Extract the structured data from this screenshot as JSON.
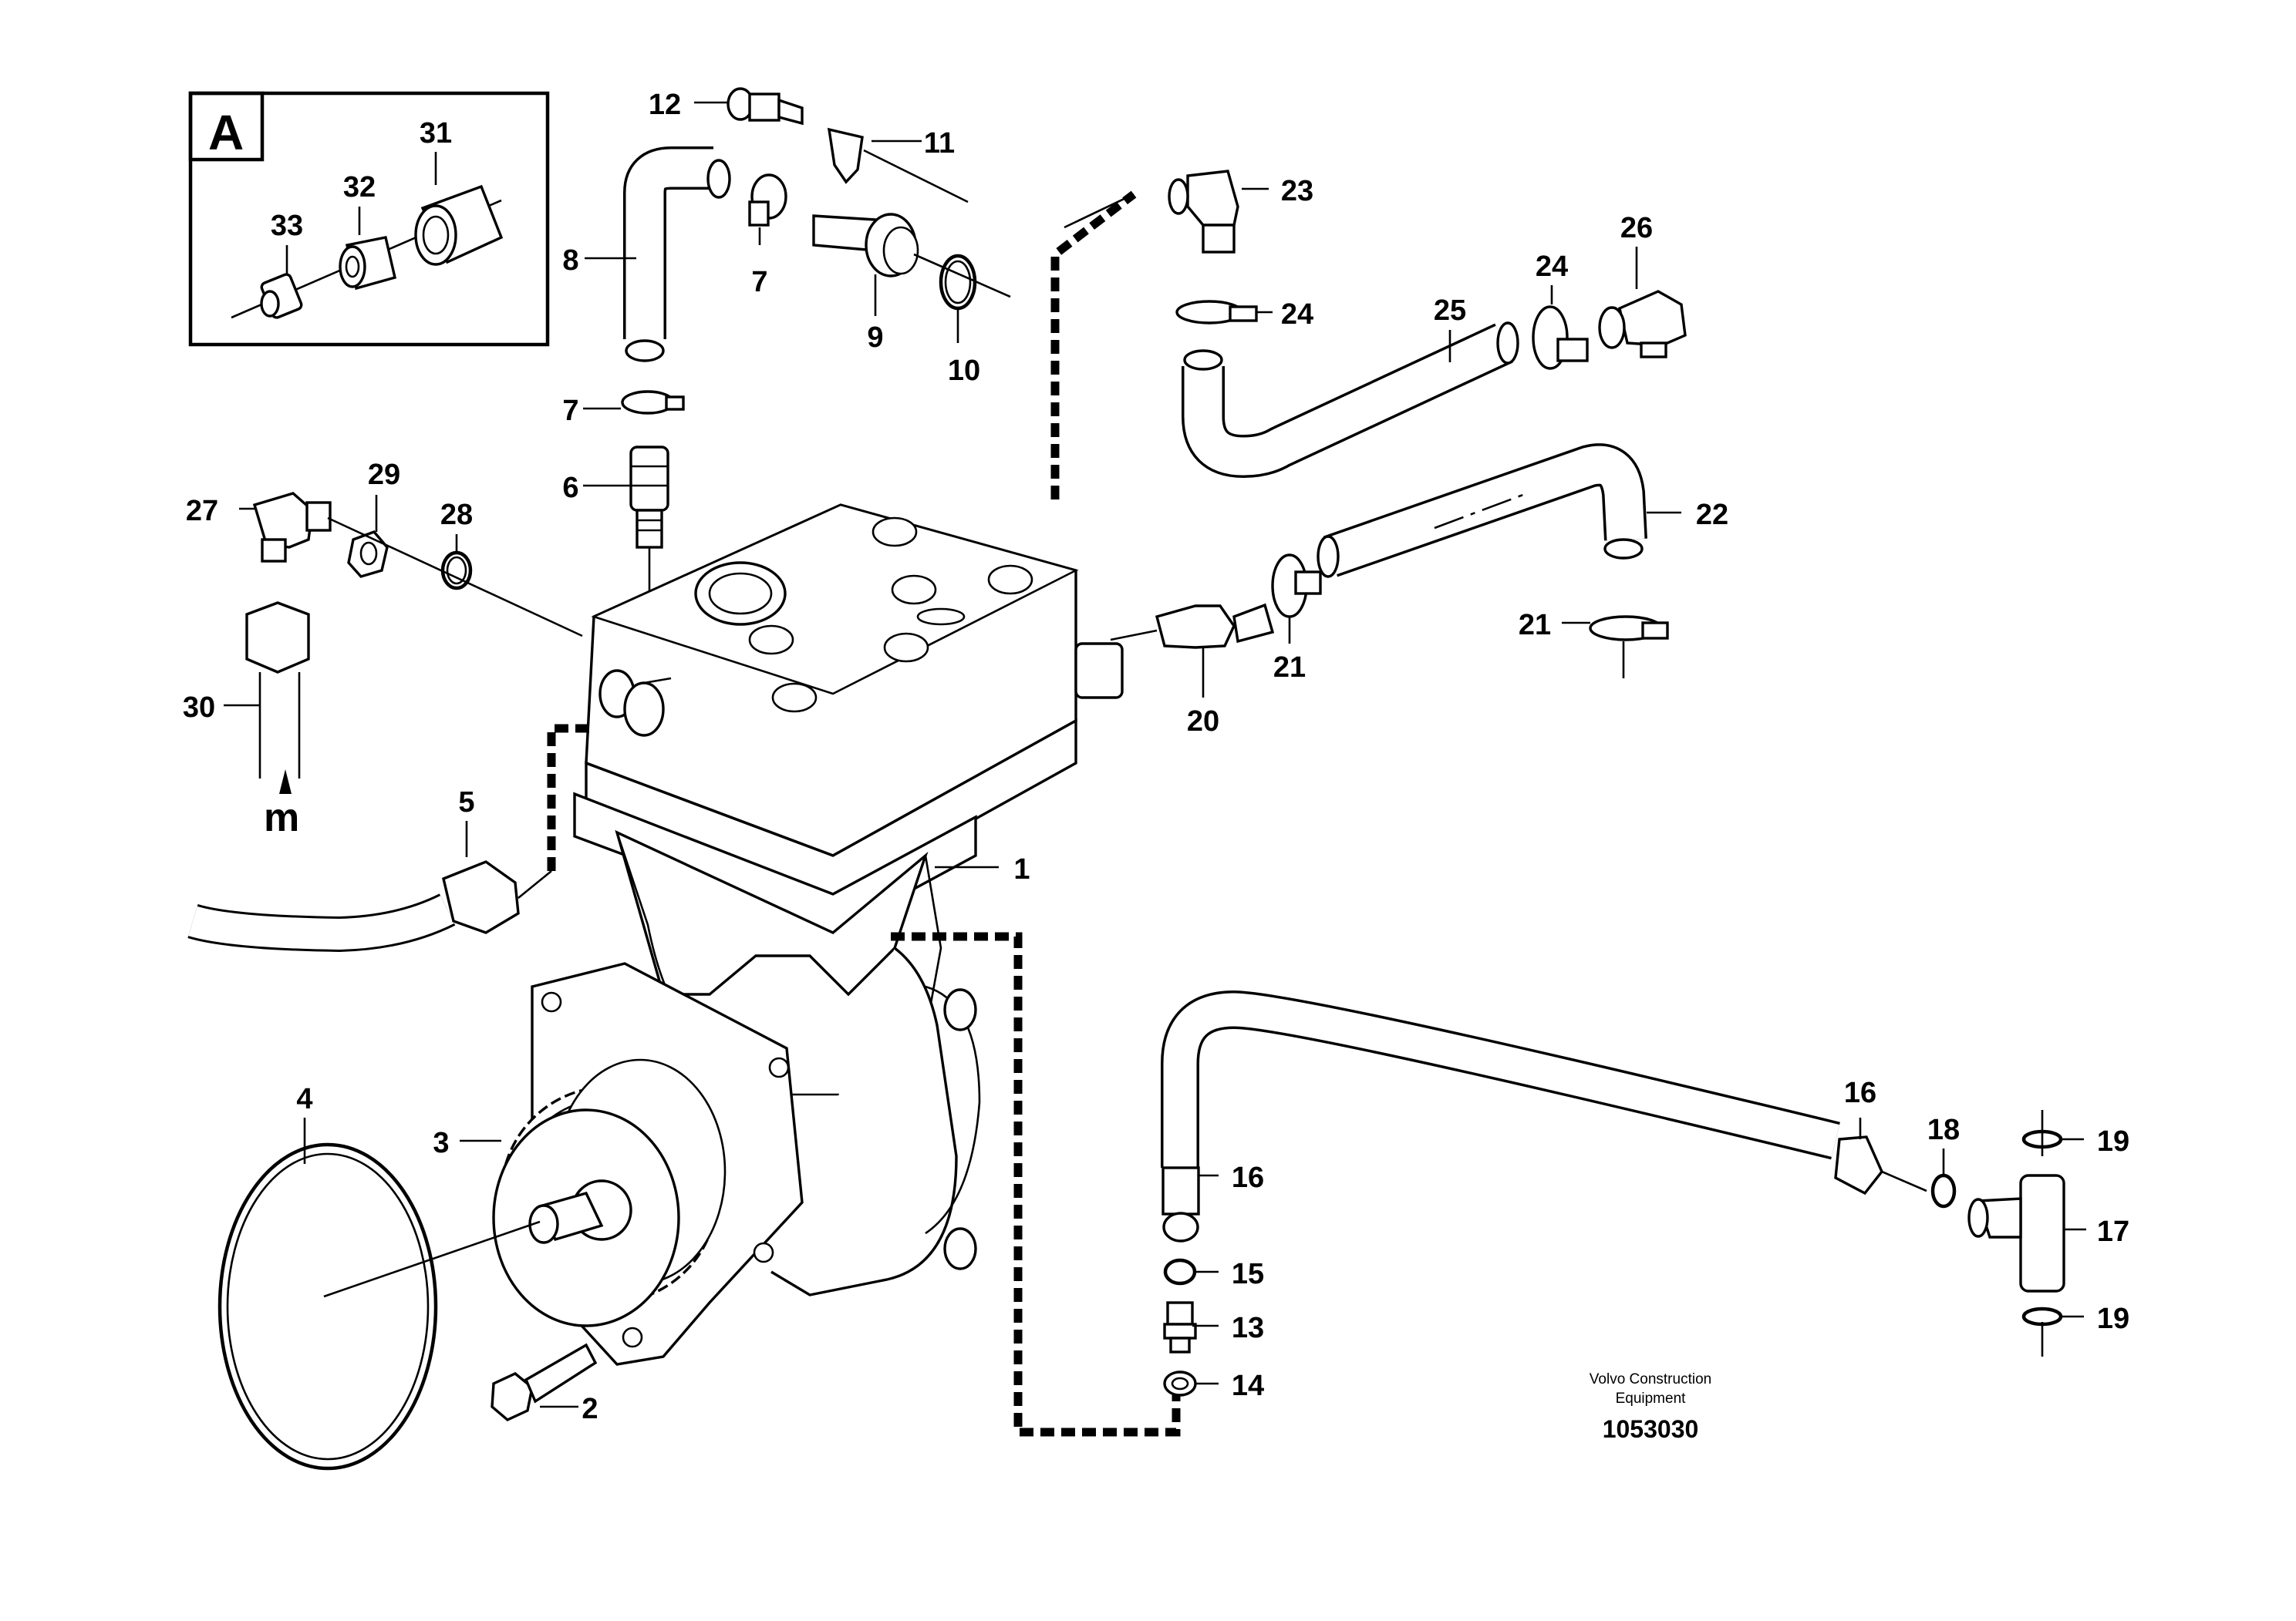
{
  "inset": {
    "letter": "A"
  },
  "view_marker": {
    "letter": "m"
  },
  "callouts": [
    {
      "id": "c1",
      "label": "1"
    },
    {
      "id": "c2",
      "label": "2"
    },
    {
      "id": "c3",
      "label": "3"
    },
    {
      "id": "c4",
      "label": "4"
    },
    {
      "id": "c5",
      "label": "5"
    },
    {
      "id": "c6",
      "label": "6"
    },
    {
      "id": "c7a",
      "label": "7"
    },
    {
      "id": "c7b",
      "label": "7"
    },
    {
      "id": "c8",
      "label": "8"
    },
    {
      "id": "c9",
      "label": "9"
    },
    {
      "id": "c10",
      "label": "10"
    },
    {
      "id": "c11",
      "label": "11"
    },
    {
      "id": "c12",
      "label": "12"
    },
    {
      "id": "c13",
      "label": "13"
    },
    {
      "id": "c14",
      "label": "14"
    },
    {
      "id": "c15",
      "label": "15"
    },
    {
      "id": "c16a",
      "label": "16"
    },
    {
      "id": "c16b",
      "label": "16"
    },
    {
      "id": "c17",
      "label": "17"
    },
    {
      "id": "c18",
      "label": "18"
    },
    {
      "id": "c19a",
      "label": "19"
    },
    {
      "id": "c19b",
      "label": "19"
    },
    {
      "id": "c20",
      "label": "20"
    },
    {
      "id": "c21a",
      "label": "21"
    },
    {
      "id": "c21b",
      "label": "21"
    },
    {
      "id": "c22",
      "label": "22"
    },
    {
      "id": "c23",
      "label": "23"
    },
    {
      "id": "c24a",
      "label": "24"
    },
    {
      "id": "c24b",
      "label": "24"
    },
    {
      "id": "c25",
      "label": "25"
    },
    {
      "id": "c26",
      "label": "26"
    },
    {
      "id": "c27",
      "label": "27"
    },
    {
      "id": "c28",
      "label": "28"
    },
    {
      "id": "c29",
      "label": "29"
    },
    {
      "id": "c30",
      "label": "30"
    },
    {
      "id": "c31",
      "label": "31"
    },
    {
      "id": "c32",
      "label": "32"
    },
    {
      "id": "c33",
      "label": "33"
    }
  ],
  "footer": {
    "line1": "Volvo Construction",
    "line2": "Equipment",
    "drawing_number": "1053030"
  }
}
